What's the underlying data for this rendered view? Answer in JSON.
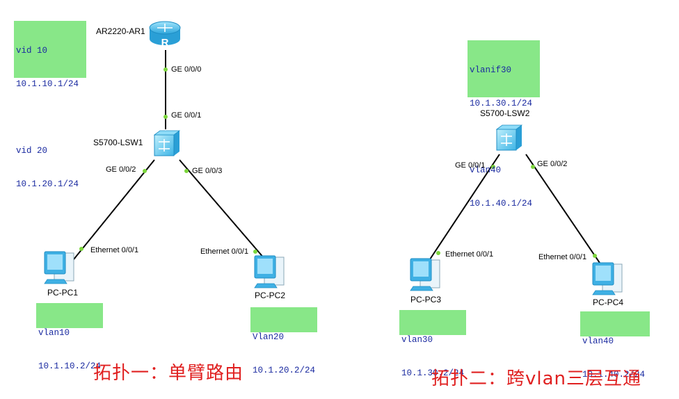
{
  "topologies": [
    {
      "caption": "拓扑一：单臂路由",
      "router": {
        "name": "AR2220-AR1",
        "port": "GE 0/0/0"
      },
      "switch": {
        "name": "S5700-LSW1",
        "uplink_port": "GE 0/0/1",
        "port_left": "GE 0/0/2",
        "port_right": "GE 0/0/3"
      },
      "pc_left": {
        "name": "PC-PC1",
        "port": "Ethernet 0/0/1",
        "note": [
          "vlan10",
          "10.1.10.2/24"
        ]
      },
      "pc_right": {
        "name": "PC-PC2",
        "port": "Ethernet 0/0/1",
        "note": [
          "Vlan20",
          "10.1.20.2/24"
        ]
      },
      "router_note": [
        "vid 10",
        "10.1.10.1/24",
        "",
        "vid 20",
        "10.1.20.1/24"
      ]
    },
    {
      "caption": "拓扑二：跨vlan三层互通",
      "switch": {
        "name": "S5700-LSW2",
        "port_left": "GE 0/0/1",
        "port_right": "GE 0/0/2"
      },
      "switch_note": [
        "vlanif30",
        "10.1.30.1/24",
        "",
        "vlan40",
        "10.1.40.1/24"
      ],
      "pc_left": {
        "name": "PC-PC3",
        "port": "Ethernet 0/0/1",
        "note": [
          "vlan30",
          "10.1.30.2/24"
        ]
      },
      "pc_right": {
        "name": "PC-PC4",
        "port": "Ethernet 0/0/1",
        "note": [
          "vlan40",
          "10.1.40.2/24"
        ]
      }
    }
  ],
  "colors": {
    "note_bg": "#88e788",
    "note_text": "#1a2aa0",
    "link": "#000000",
    "port_dot": "#7cd63c",
    "caption": "#e02020",
    "device_fill": "#5ec9f0"
  },
  "icons": [
    "router-icon",
    "switch-icon",
    "pc-icon"
  ]
}
